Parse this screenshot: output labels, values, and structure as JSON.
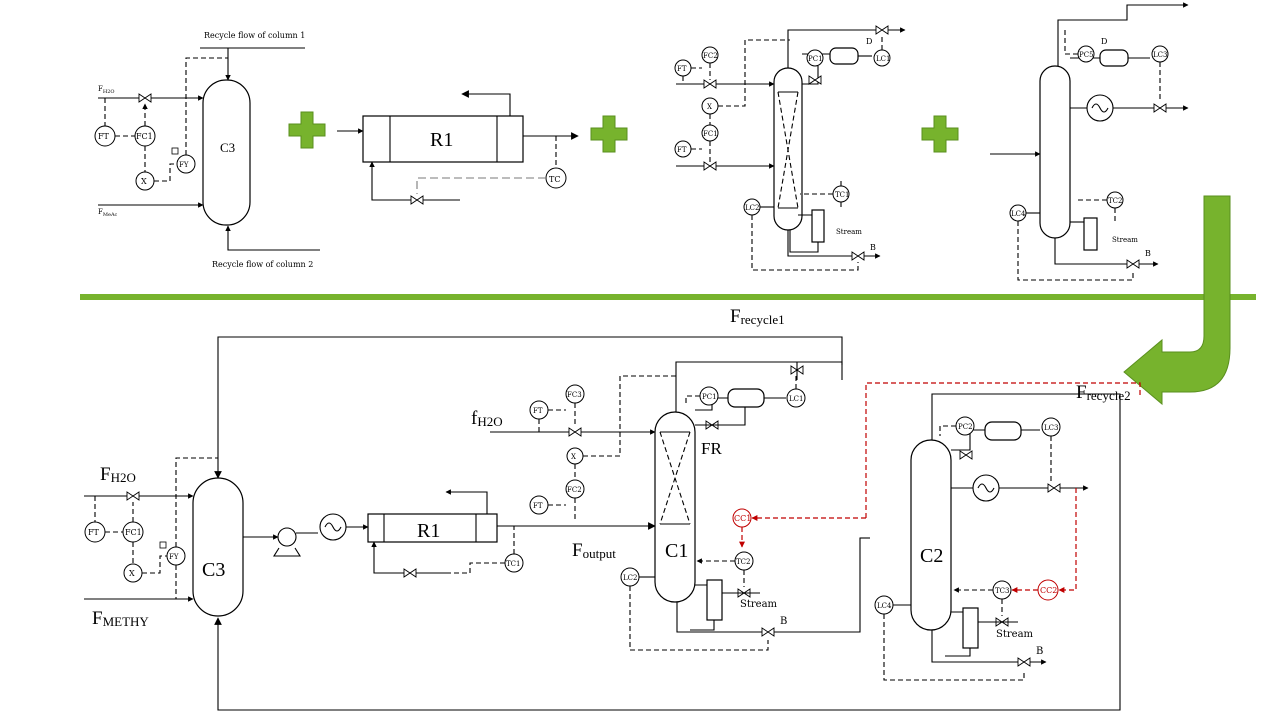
{
  "top": {
    "c3": {
      "column": "C3",
      "recycle1": "Recycle flow of column 1",
      "recycle2": "Recycle flow of column 2",
      "feed_water": {
        "main": "F",
        "sub": "H2O"
      },
      "feed_meac": {
        "main": "F",
        "sub": "MeAc"
      },
      "instruments": [
        "FT",
        "FC1",
        "X",
        "FY"
      ]
    },
    "reactor": {
      "label": "R1",
      "controller": "TC"
    },
    "col1": {
      "instruments": [
        "FC2",
        "FT",
        "X",
        "FC1",
        "FT",
        "PC1",
        "LC1",
        "TC1",
        "LC2"
      ],
      "d": "D",
      "stream": "Stream",
      "b": "B"
    },
    "col2": {
      "instruments": [
        "PC5",
        "LC3",
        "TC2",
        "LC4"
      ],
      "d": "D",
      "stream": "Stream",
      "b": "B"
    }
  },
  "bottom": {
    "recycle1": {
      "main": "F",
      "sub": "recycle1"
    },
    "recycle2": {
      "main": "F",
      "sub": "recycle2"
    },
    "feed_water": {
      "main": "F",
      "sub": "H2O"
    },
    "feed_methy": {
      "main": "F",
      "sub": "METHY"
    },
    "c3": "C3",
    "c3_instruments": [
      "FT",
      "FC1",
      "X",
      "FY"
    ],
    "reactor": "R1",
    "reactor_tc": "TC1",
    "output": {
      "main": "F",
      "sub": "output"
    },
    "c1": {
      "label": "C1",
      "fr": "FR",
      "fh2o": {
        "main": "f",
        "sub": "H2O"
      },
      "instruments": [
        "FT",
        "FC3",
        "X",
        "FC2",
        "FT",
        "PC1",
        "LC1",
        "TC2",
        "LC2"
      ],
      "cc": "CC1",
      "stream": "Stream",
      "b": "B"
    },
    "c2": {
      "label": "C2",
      "instruments": [
        "PC2",
        "LC3",
        "TC3",
        "LC4"
      ],
      "cc": "CC2",
      "stream": "Stream",
      "b": "B"
    }
  },
  "colors": {
    "accent_green": "#77b32d",
    "control_red": "#c00000",
    "line": "#000000"
  }
}
